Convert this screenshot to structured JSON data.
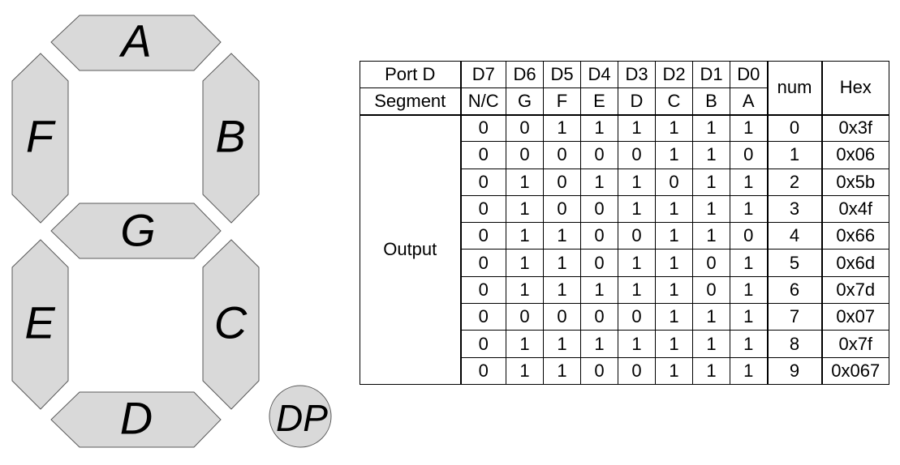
{
  "segments": [
    {
      "id": "A",
      "label": "A"
    },
    {
      "id": "B",
      "label": "B"
    },
    {
      "id": "C",
      "label": "C"
    },
    {
      "id": "D",
      "label": "D"
    },
    {
      "id": "E",
      "label": "E"
    },
    {
      "id": "F",
      "label": "F"
    },
    {
      "id": "G",
      "label": "G"
    },
    {
      "id": "DP",
      "label": "DP"
    }
  ],
  "colors": {
    "segment_fill": "#d9d9d9",
    "segment_stroke": "#595959"
  },
  "table": {
    "port_label": "Port D",
    "segment_label": "Segment",
    "output_label": "Output",
    "num_header": "num",
    "hex_header": "Hex",
    "port_bits": [
      "D7",
      "D6",
      "D5",
      "D4",
      "D3",
      "D2",
      "D1",
      "D0"
    ],
    "segment_bits": [
      "N/C",
      "G",
      "F",
      "E",
      "D",
      "C",
      "B",
      "A"
    ],
    "rows": [
      {
        "bits": [
          "0",
          "0",
          "1",
          "1",
          "1",
          "1",
          "1",
          "1"
        ],
        "num": "0",
        "hex": "0x3f"
      },
      {
        "bits": [
          "0",
          "0",
          "0",
          "0",
          "0",
          "1",
          "1",
          "0"
        ],
        "num": "1",
        "hex": "0x06"
      },
      {
        "bits": [
          "0",
          "1",
          "0",
          "1",
          "1",
          "0",
          "1",
          "1"
        ],
        "num": "2",
        "hex": "0x5b"
      },
      {
        "bits": [
          "0",
          "1",
          "0",
          "0",
          "1",
          "1",
          "1",
          "1"
        ],
        "num": "3",
        "hex": "0x4f"
      },
      {
        "bits": [
          "0",
          "1",
          "1",
          "0",
          "0",
          "1",
          "1",
          "0"
        ],
        "num": "4",
        "hex": "0x66"
      },
      {
        "bits": [
          "0",
          "1",
          "1",
          "0",
          "1",
          "1",
          "0",
          "1"
        ],
        "num": "5",
        "hex": "0x6d"
      },
      {
        "bits": [
          "0",
          "1",
          "1",
          "1",
          "1",
          "1",
          "0",
          "1"
        ],
        "num": "6",
        "hex": "0x7d"
      },
      {
        "bits": [
          "0",
          "0",
          "0",
          "0",
          "0",
          "1",
          "1",
          "1"
        ],
        "num": "7",
        "hex": "0x07"
      },
      {
        "bits": [
          "0",
          "1",
          "1",
          "1",
          "1",
          "1",
          "1",
          "1"
        ],
        "num": "8",
        "hex": "0x7f"
      },
      {
        "bits": [
          "0",
          "1",
          "1",
          "0",
          "0",
          "1",
          "1",
          "1"
        ],
        "num": "9",
        "hex": "0x067"
      }
    ]
  }
}
